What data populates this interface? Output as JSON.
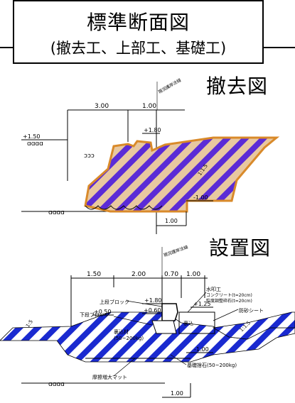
{
  "title": {
    "line1": "標準断面図",
    "line2": "(撤去工、上部工、基礎工)"
  },
  "removal": {
    "heading": "撤去図",
    "dims": {
      "left": "3.00",
      "right": "1.00"
    },
    "levels": {
      "left": "+1.50",
      "top": "+1.80",
      "bottom": "-1.00"
    },
    "slope": "1:1.5",
    "base_dim": "1.00",
    "top_note": "現況護岸法線"
  },
  "install": {
    "heading": "設置図",
    "dims": [
      "1.50",
      "2.00",
      "0.70",
      "1.00"
    ],
    "top_note": "現況護岸法線",
    "levels": {
      "top": "+1.80",
      "upper": "+1.25",
      "left": "+0.50",
      "mid": "+0.60",
      "bottom": "-1.00"
    },
    "labels": {
      "upper_block": "上段ブロック",
      "lower_block": "下段ブロック",
      "water_work": "水叩工",
      "concrete": "コンクリート(t=20cm)",
      "gravel": "粒度調整砕石(t=20cm)",
      "sand_sheet": "防砂シート",
      "riprap": "基礎捨石(50~200kg)",
      "friction_mat": "摩擦増大マット",
      "left_fill": "裏込材",
      "left_fill_size": "(50~200kg)",
      "backfill": "裏込"
    },
    "slope_left": "1:5",
    "slope_right": "1:1.5",
    "base_dim": "1.00"
  }
}
